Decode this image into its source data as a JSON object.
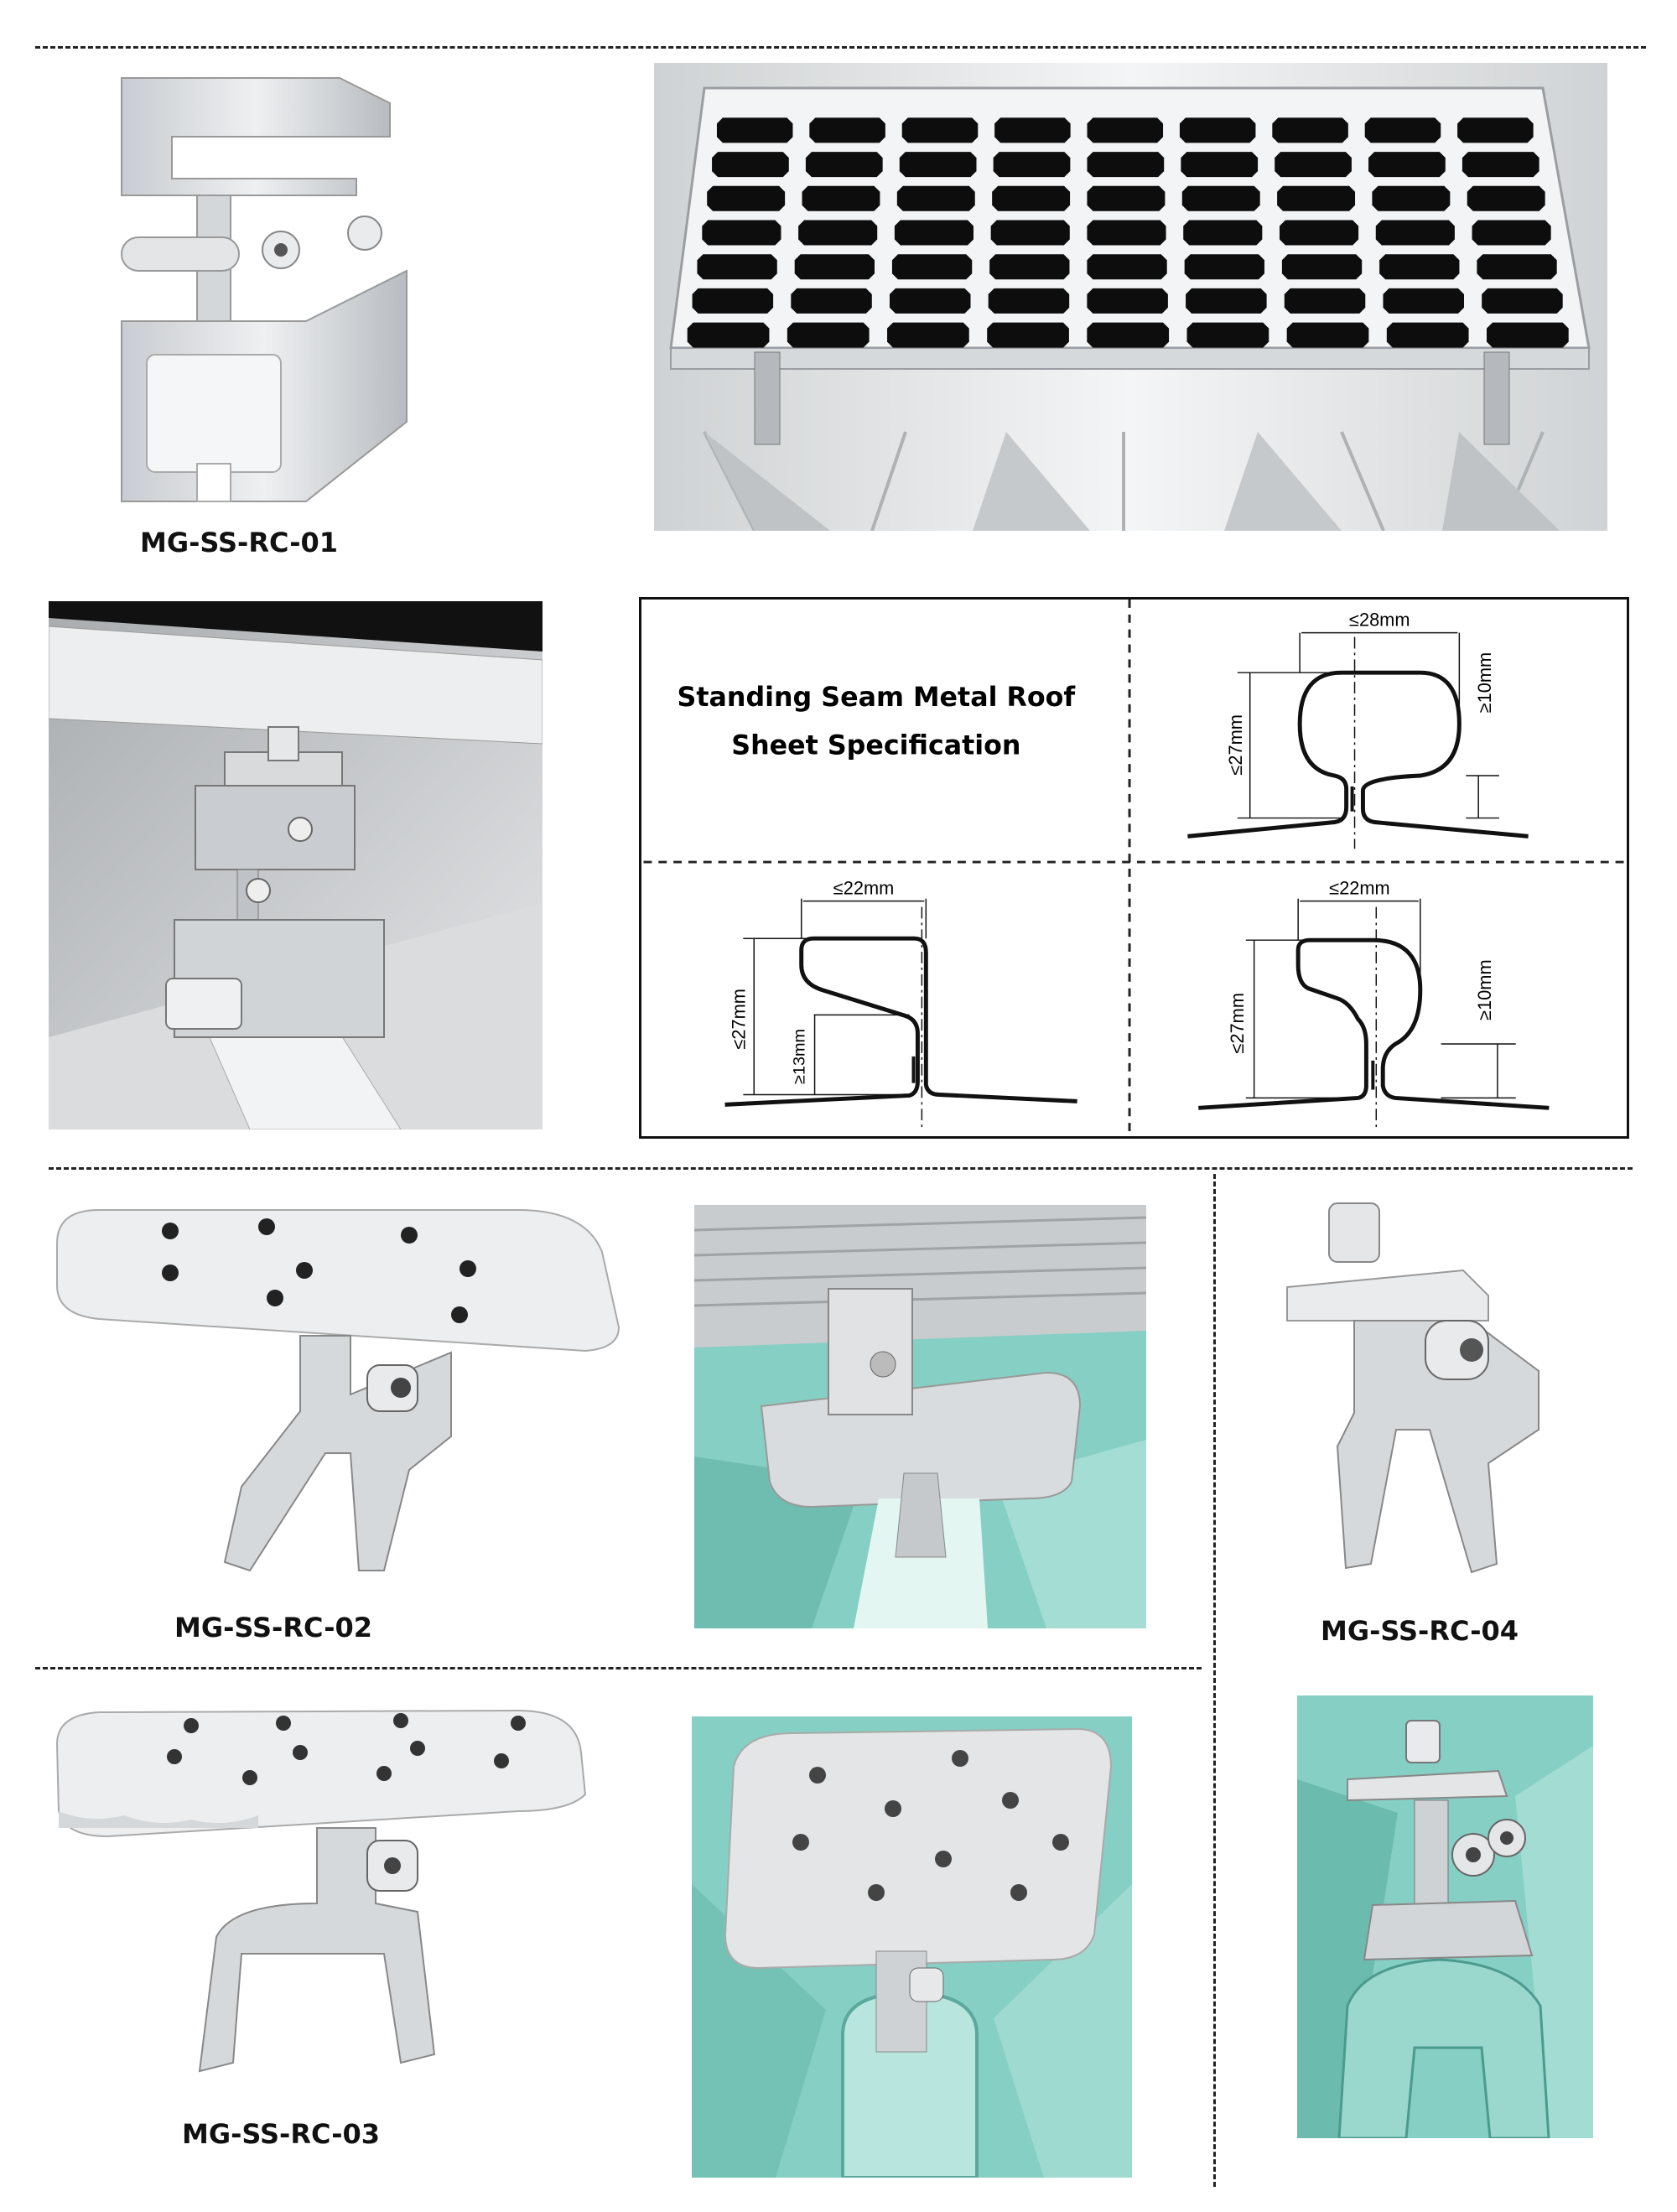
{
  "products": {
    "rc01": {
      "label": "MG-SS-RC-01"
    },
    "rc02": {
      "label": "MG-SS-RC-02"
    },
    "rc03": {
      "label": "MG-SS-RC-03"
    },
    "rc04": {
      "label": "MG-SS-RC-04"
    }
  },
  "spec": {
    "title_line1": "Standing Seam Metal Roof",
    "title_line2": "Sheet Specification",
    "profile1": {
      "width": "≤28mm",
      "height": "≤27mm",
      "min": "≥10mm"
    },
    "profile2": {
      "width": "≤22mm",
      "height": "≤27mm",
      "min": "≥13mm"
    },
    "profile3": {
      "width": "≤22mm",
      "height": "≤27mm",
      "min": "≥10mm"
    }
  },
  "colors": {
    "metal": "#d9dcdf",
    "teal": "#86cfc4",
    "panel_cell": "#0d0d0d"
  }
}
